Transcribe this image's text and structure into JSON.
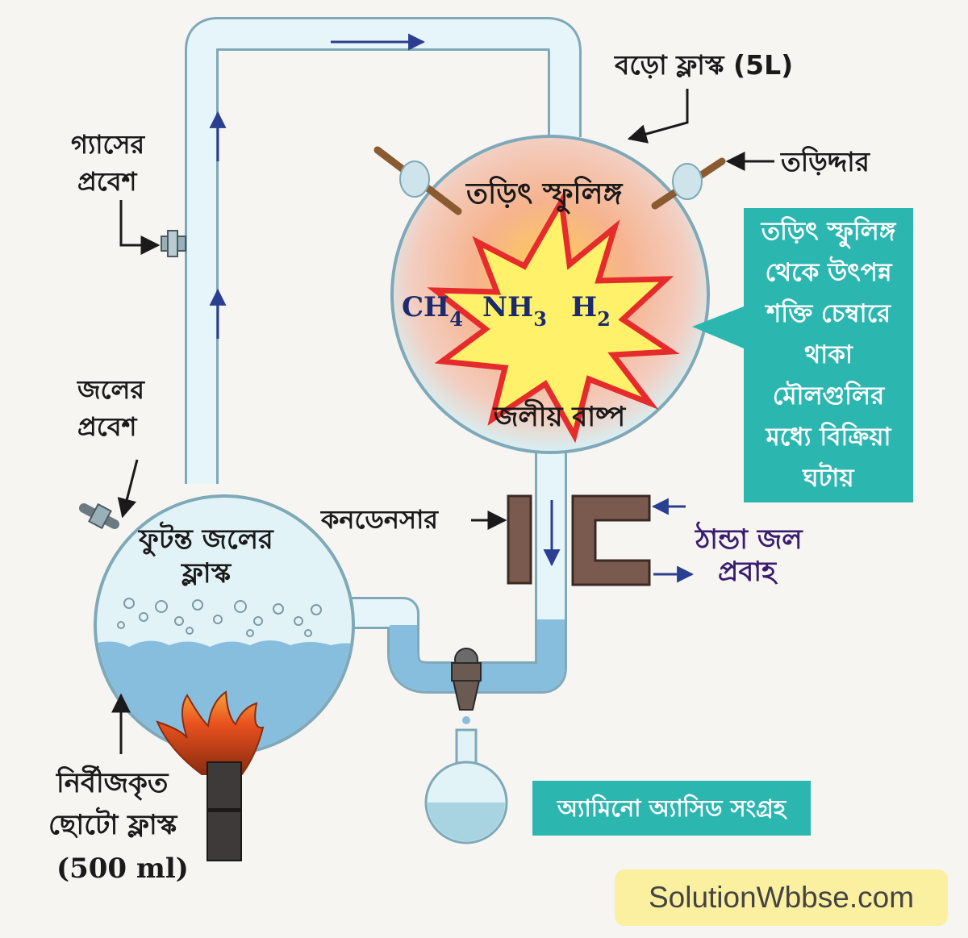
{
  "labels": {
    "large_flask": "বড়ো ফ্লাস্ক (5L)",
    "electrode": "তড়িদ্দার",
    "spark": "তড়িৎ স্ফুলিঙ্গ",
    "gas_inlet_1": "গ্যাসের",
    "gas_inlet_2": "প্রবেশ",
    "water_inlet_1": "জলের",
    "water_inlet_2": "প্রবেশ",
    "water_vapour": "জলীয় বাষ্প",
    "condenser": "কনডেনসার",
    "cold_water_1": "ঠান্ডা জল",
    "cold_water_2": "প্রবাহ",
    "boiling_flask_1": "ফুটন্ত জলের",
    "boiling_flask_2": "ফ্লাস্ক",
    "small_flask_1": "নির্বীজকৃত",
    "small_flask_2": "ছোটো ফ্লাস্ক",
    "small_flask_3": "(500 ml)"
  },
  "gases": [
    {
      "base": "CH",
      "sub": "4"
    },
    {
      "base": "NH",
      "sub": "3"
    },
    {
      "base": "H",
      "sub": "2"
    }
  ],
  "callout_lines": [
    "তড়িৎ স্ফুলিঙ্গ",
    "থেকে উৎপন্ন",
    "শক্তি চেম্বারে",
    "থাকা",
    "মৌলগুলির",
    "মধ্যে বিক্রিয়া",
    "ঘটায়"
  ],
  "banner": "অ্যামিনো অ্যাসিড সংগ্রহ",
  "watermark": "SolutionWbbse.com",
  "colors": {
    "glass": "#d4eef6",
    "glass_outline": "#7fa9b8",
    "liquid": "#88bedd",
    "teal": "#2cb6b0",
    "spark_red": "#e52b2b",
    "spark_yellow": "#fff26a",
    "flame": "#e8501e",
    "condenser": "#7a5a4e",
    "arrow": "#2a3f8f",
    "cold_water_text": "#3a1d6e"
  }
}
